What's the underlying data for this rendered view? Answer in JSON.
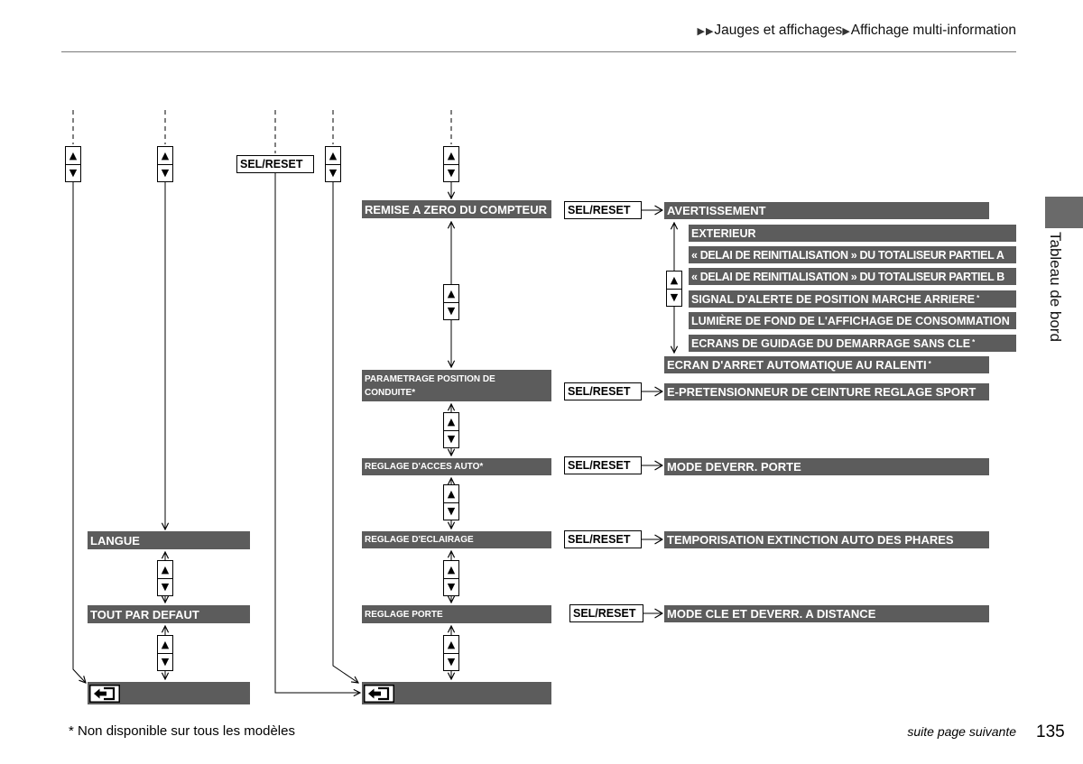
{
  "header": {
    "arrow_icon": "▶",
    "section": "Jauges et affichages",
    "subsection": "Affichage multi-information"
  },
  "side_tab": {
    "label": "Tableau de bord"
  },
  "footer": {
    "footnote": "* Non disponible sur tous les modèles",
    "continued": "suite page suivante",
    "page_number": "135"
  },
  "icons": {
    "up": "▲",
    "down": "▼",
    "back": "back-icon"
  },
  "colors": {
    "menu_box": "#5c5c5c",
    "menu_text": "#ffffff",
    "side_tab": "#6a6a6a"
  },
  "diagram": {
    "button_label": "SEL/RESET",
    "left_menu": [
      "LANGUE",
      "TOUT PAR DEFAUT"
    ],
    "menu": [
      {
        "label": "REMISE A ZERO DU COMPTEUR"
      },
      {
        "label": "PARAMETRAGE POSITION DE",
        "label_2": "CONDUITE*"
      },
      {
        "label": "REGLAGE D'ACCES AUTO*"
      },
      {
        "label": "REGLAGE D'ECLAIRAGE"
      },
      {
        "label": "REGLAGE PORTE"
      }
    ],
    "trip_reset_settings": {
      "first": "AVERTISSEMENT",
      "options": [
        {
          "text": "EXTERIEUR"
        },
        {
          "text": "« DELAI DE REINITIALISATION » DU TOTALISEUR PARTIEL A"
        },
        {
          "text": "« DELAI DE REINITIALISATION » DU TOTALISEUR PARTIEL B"
        },
        {
          "text": "SIGNAL D'ALERTE DE POSITION MARCHE ARRIERE",
          "mark": "*"
        },
        {
          "text": "LUMIÈRE DE FOND DE L'AFFICHAGE DE CONSOMMATION"
        },
        {
          "text": "ECRANS DE GUIDAGE DU DEMARRAGE SANS CLE",
          "mark": "*"
        }
      ],
      "last": {
        "text": "ECRAN D'ARRET AUTOMATIQUE AU RALENTI",
        "mark": "*"
      }
    },
    "settings": [
      "E-PRETENSIONNEUR DE CEINTURE REGLAGE SPORT",
      "MODE DEVERR. PORTE",
      "TEMPORISATION EXTINCTION AUTO DES PHARES",
      "MODE CLE ET DEVERR. A DISTANCE"
    ]
  }
}
